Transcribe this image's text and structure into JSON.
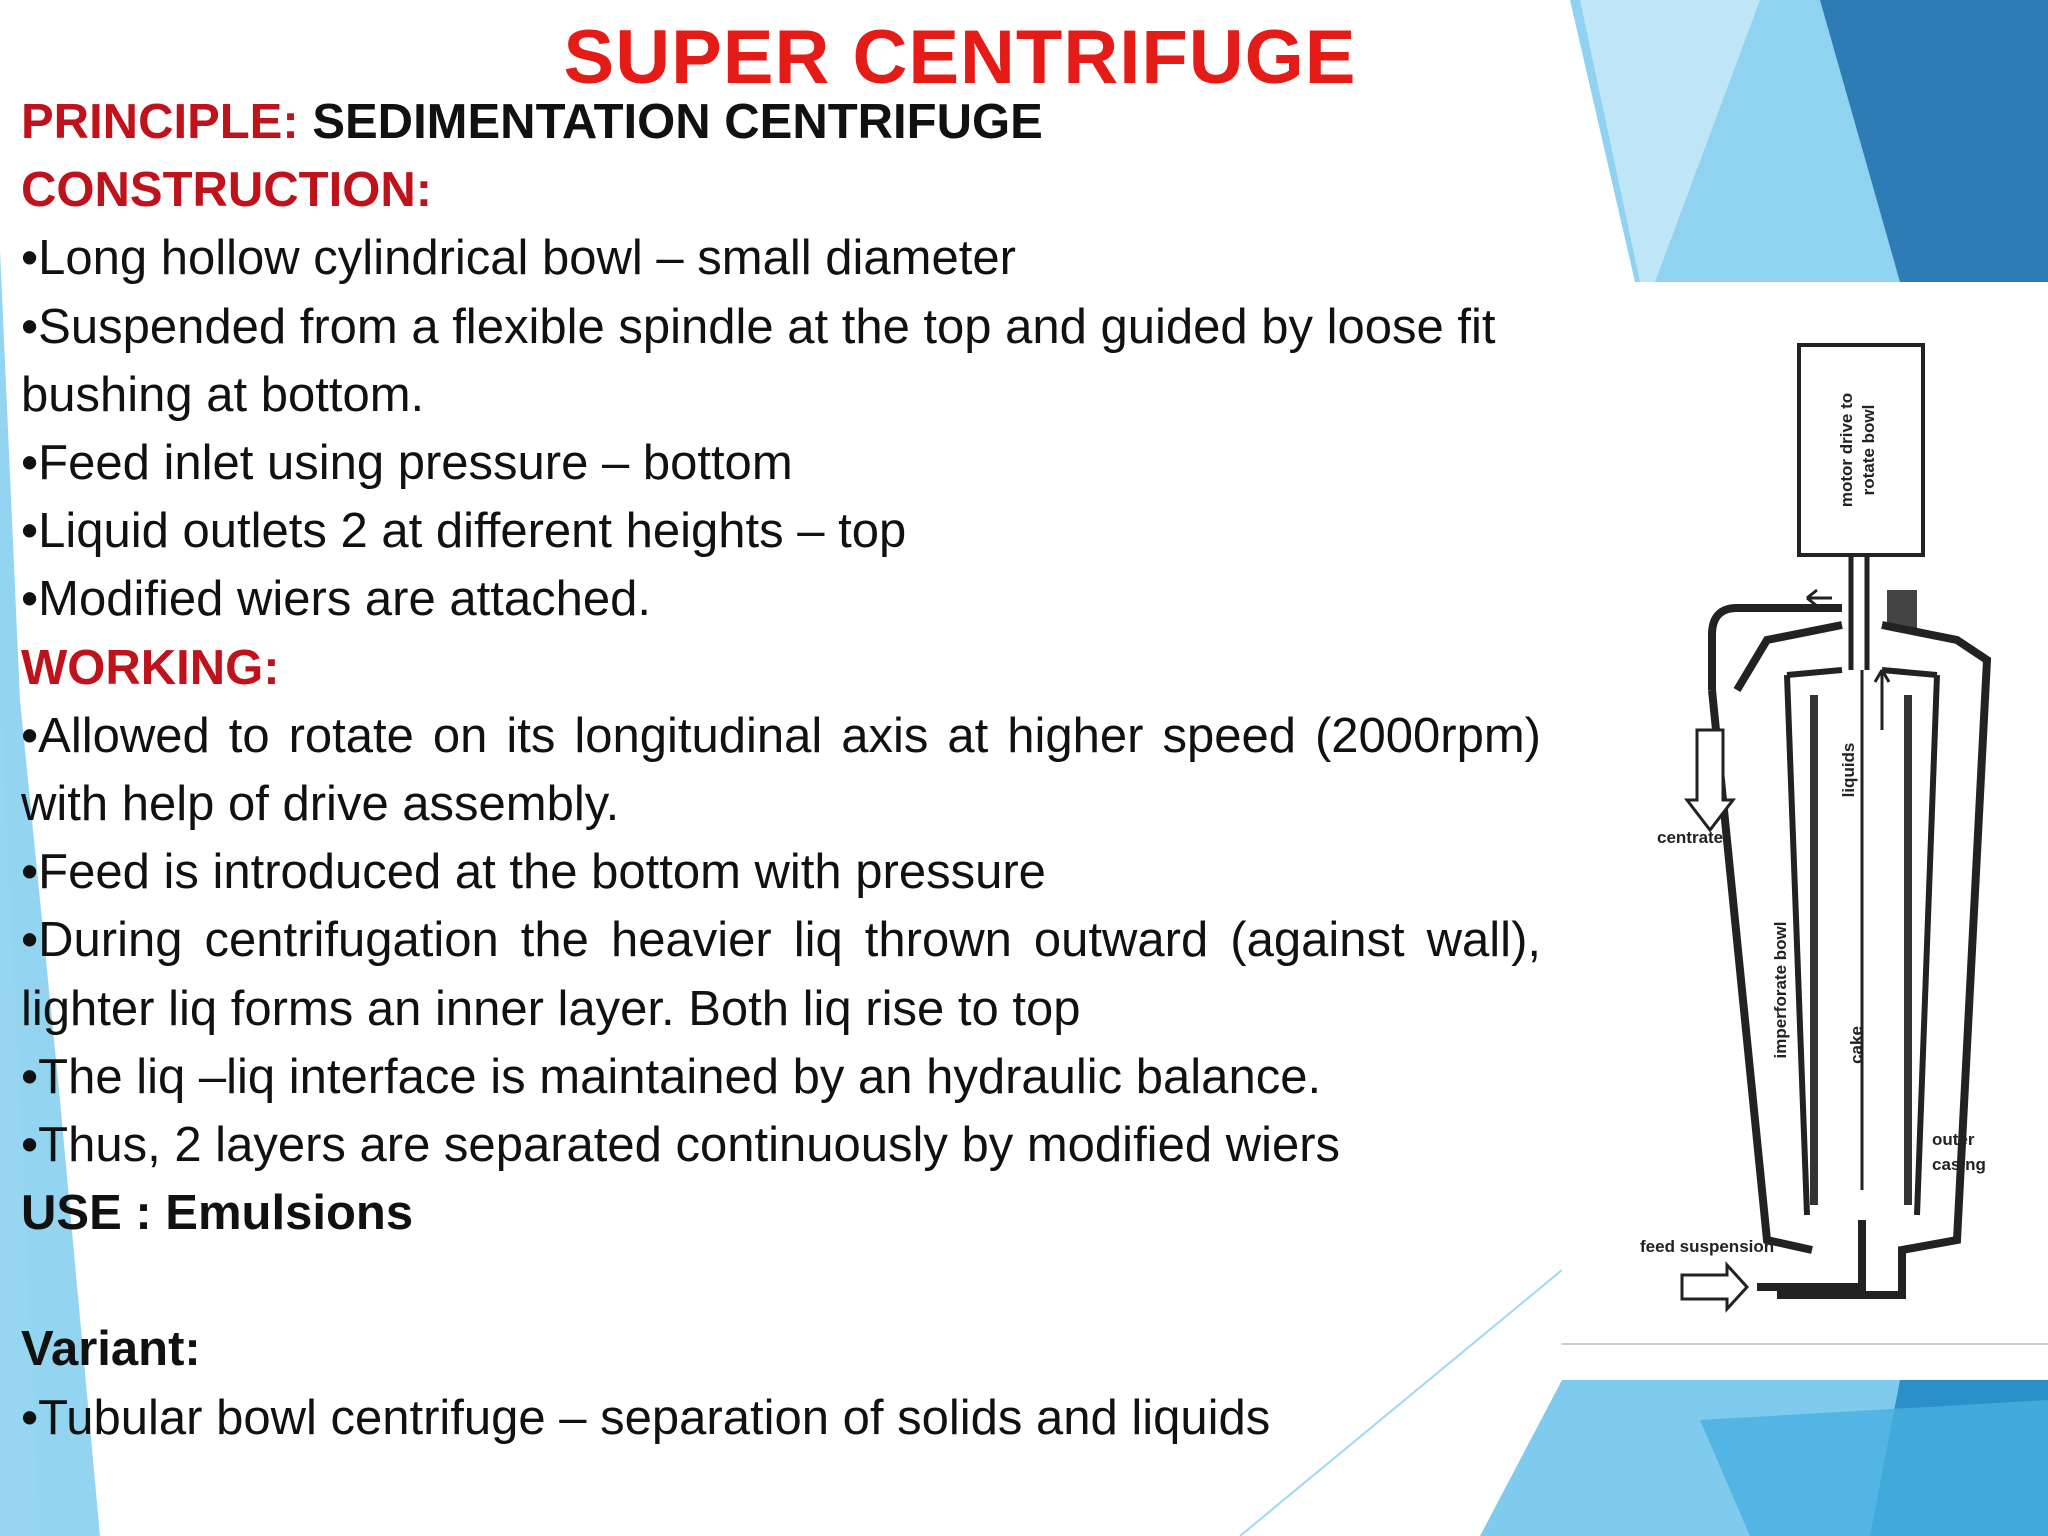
{
  "title": "SUPER CENTRIFUGE",
  "principle": {
    "label": "PRINCIPLE:",
    "value": "SEDIMENTATION CENTRIFUGE"
  },
  "construction": {
    "heading": "CONSTRUCTION:",
    "bullets": [
      "•Long hollow cylindrical bowl – small diameter",
      "•Suspended from a flexible spindle at the top and guided by loose fit bushing at bottom.",
      "•Feed inlet using pressure – bottom",
      "•Liquid outlets 2 at different heights – top",
      "•Modified wiers are attached."
    ]
  },
  "working": {
    "heading": "WORKING:",
    "bullets": [
      "•Allowed to rotate on its longitudinal axis at higher speed (2000rpm) with help of drive assembly.",
      "•Feed is introduced at the bottom with pressure",
      "•During centrifugation the heavier liq thrown outward (against wall), lighter liq forms an inner layer. Both liq rise to top",
      "•The liq –liq interface is maintained by an hydraulic balance.",
      "•Thus, 2 layers are separated continuously by modified wiers"
    ]
  },
  "use": "USE : Emulsions",
  "variant": {
    "heading": "Variant:",
    "bullets": [
      "•Tubular bowl centrifuge – separation of solids and liquids"
    ]
  },
  "diagram": {
    "labels": {
      "motor": [
        "motor drive to",
        "rotate bowl"
      ],
      "liquids": "liquids",
      "imperforate_bowl": "imperforate bowl",
      "centrate": "centrate",
      "cake": "cake",
      "outer_casing": [
        "outer",
        "casing"
      ],
      "feed_suspension": "feed suspension"
    }
  },
  "colors": {
    "title": "#e41b17",
    "heading": "#c0121b",
    "accent_blue": "#5bc0e8",
    "dark_blue": "#1f6fa8"
  }
}
